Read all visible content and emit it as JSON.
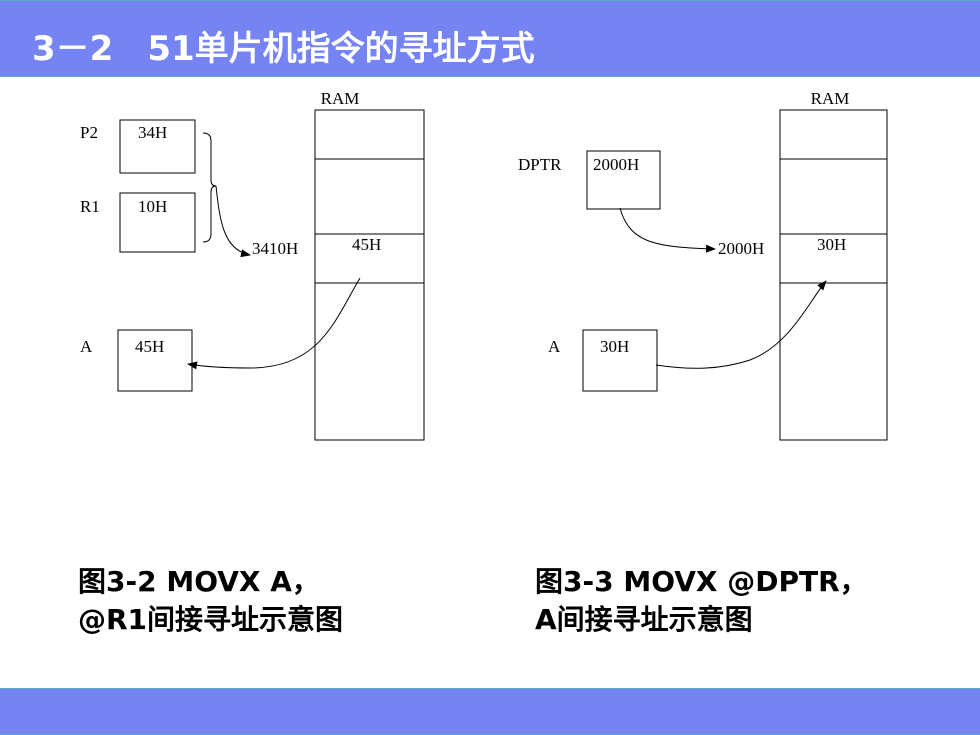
{
  "title": "3－2　51单片机指令的寻址方式",
  "colors": {
    "bar": "#7583F3",
    "bar_edge": "#5DA8C8",
    "text_on_bar": "#FFFFFF",
    "line": "#000000"
  },
  "fig_left": {
    "ram_label": "RAM",
    "p2_label": "P2",
    "p2_value": "34H",
    "r1_label": "R1",
    "r1_value": "10H",
    "addr_label": "3410H",
    "cell_value": "45H",
    "a_label": "A",
    "a_value": "45H",
    "caption_line1": "图3-2  MOVX A，",
    "caption_line2": "@R1间接寻址示意图"
  },
  "fig_right": {
    "ram_label": "RAM",
    "dptr_label": "DPTR",
    "dptr_value": "2000H",
    "addr_label": "2000H",
    "cell_value": "30H",
    "a_label": "A",
    "a_value": "30H",
    "caption_line1": "图3-3   MOVX  @DPTR，",
    "caption_line2": "A间接寻址示意图"
  }
}
